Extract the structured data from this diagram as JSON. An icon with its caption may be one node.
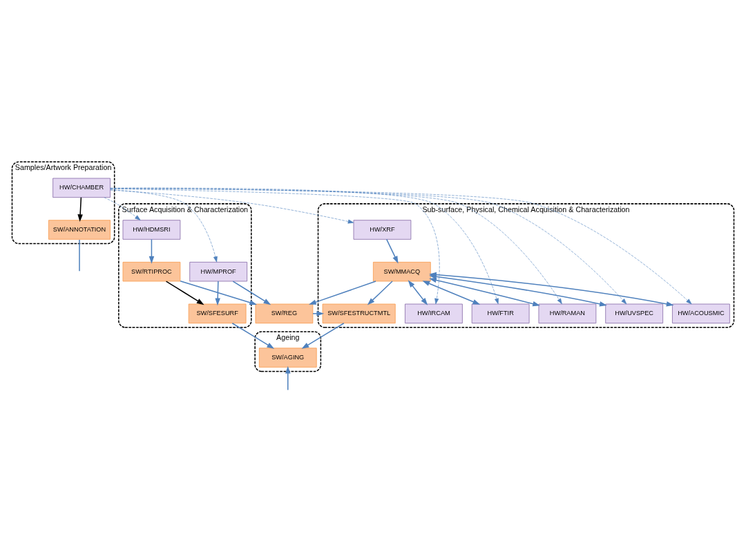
{
  "diagram": {
    "nodes": [
      {
        "text": [
          "Sub-surface, Physical, Chemical Acquisition & Characterization"
        ]
      },
      {
        "text": [
          "HW/ACOUSMIC"
        ],
        "in": 0
      },
      {
        "text": [
          "HW/IRCAM"
        ],
        "in": 0
      },
      {
        "text": [
          "HW/FTIR"
        ],
        "in": 0
      },
      {
        "text": [
          "HW/RAMAN"
        ],
        "in": 0
      },
      {
        "text": [
          "HW/UVSPEC"
        ],
        "in": 0
      },
      {
        "text": [
          "HW/XRF"
        ],
        "in": 0
      },
      {
        "text": [
          "SW/MMACQ"
        ],
        "in": 0
      },
      {
        "text": [
          "SW/SFESTRUCTMTL"
        ],
        "in": 0
      },
      {
        "text": [
          "Samples/Artwork Preparation"
        ]
      },
      {
        "text": [
          "HW/CHAMBER"
        ],
        "in": 9
      },
      {
        "text": [
          "SW/ANNOTATION"
        ],
        "in": 9
      },
      {
        "text": [
          "SW/REG"
        ]
      },
      {
        "text": [
          "Surface Acquisition & Characterization"
        ]
      },
      {
        "text": [
          "HW/MPROF"
        ],
        "in": 13
      },
      {
        "text": [
          "SW/SFESURF"
        ],
        "in": 13
      },
      {
        "text": [
          "HW/HDMSRI"
        ],
        "in": 13
      },
      {
        "text": [
          "SW/RTIPROC"
        ],
        "in": 13
      },
      {
        "text": [
          "Ageing"
        ]
      },
      {
        "text": [
          "SW/AGING"
        ],
        "in": 18
      }
    ],
    "edges": [
      {
        "from": 10,
        "to": 1,
        "arrow": "to",
        "style": "dashed"
      },
      {
        "from": 10,
        "to": 2,
        "arrow": "to",
        "style": "dashed"
      },
      {
        "from": 10,
        "to": 3,
        "arrow": "to",
        "style": "dashed"
      },
      {
        "from": 10,
        "to": 4,
        "arrow": "to",
        "style": "dashed"
      },
      {
        "from": 10,
        "to": 5,
        "arrow": "to",
        "style": "dashed"
      },
      {
        "from": 10,
        "to": 6,
        "arrow": "to",
        "style": "dashed"
      },
      {
        "from": 10,
        "to": 14,
        "arrow": "to",
        "style": "dashed"
      },
      {
        "from": 10,
        "to": 16,
        "arrow": "to",
        "style": "dashed"
      },
      {
        "from": 10,
        "to": 11,
        "arrow": "to",
        "color": "#000000"
      },
      {
        "from": 7,
        "to": 1,
        "arrow": "both"
      },
      {
        "from": 7,
        "to": 2,
        "arrow": "both"
      },
      {
        "from": 7,
        "to": 3,
        "arrow": "both"
      },
      {
        "from": 7,
        "to": 4,
        "arrow": "both"
      },
      {
        "from": 7,
        "to": 5,
        "arrow": "both"
      },
      {
        "from": 6,
        "to": 7,
        "arrow": "to"
      },
      {
        "from": 7,
        "to": 8,
        "arrow": "to"
      },
      {
        "from": 12,
        "to": 8,
        "arrow": "to"
      },
      {
        "from": 7,
        "to": 12,
        "arrow": "to"
      },
      {
        "from": 14,
        "to": 12,
        "arrow": "to"
      },
      {
        "from": 17,
        "to": 12,
        "arrow": "to"
      },
      {
        "from": 8,
        "to": 19,
        "arrow": "to"
      },
      {
        "from": 14,
        "to": 15,
        "arrow": "to"
      },
      {
        "from": 16,
        "to": 17,
        "arrow": "to"
      },
      {
        "from": 17,
        "to": 15,
        "arrow": "to",
        "color": "#000000"
      },
      {
        "from": 15,
        "to": 19,
        "arrow": "to"
      },
      {
        "from": 11,
        "to": null,
        "arrow": "none"
      },
      {
        "from": null,
        "to": 19,
        "arrow": "to"
      }
    ]
  }
}
